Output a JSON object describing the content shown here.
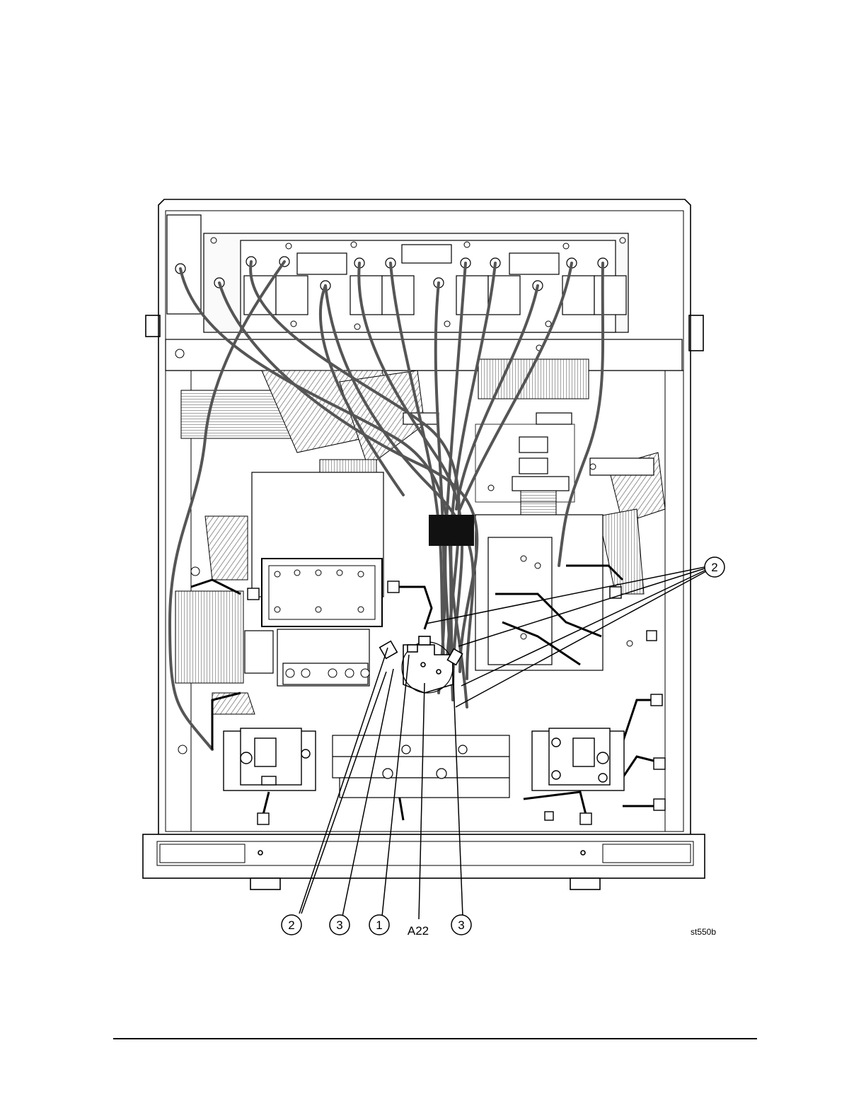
{
  "figure": {
    "reference_id": "st550b",
    "callouts": {
      "bottom_left_2": "2",
      "bottom_3_left": "3",
      "bottom_1": "1",
      "bottom_a22": "A22",
      "bottom_3_right": "3",
      "right_2": "2"
    }
  }
}
